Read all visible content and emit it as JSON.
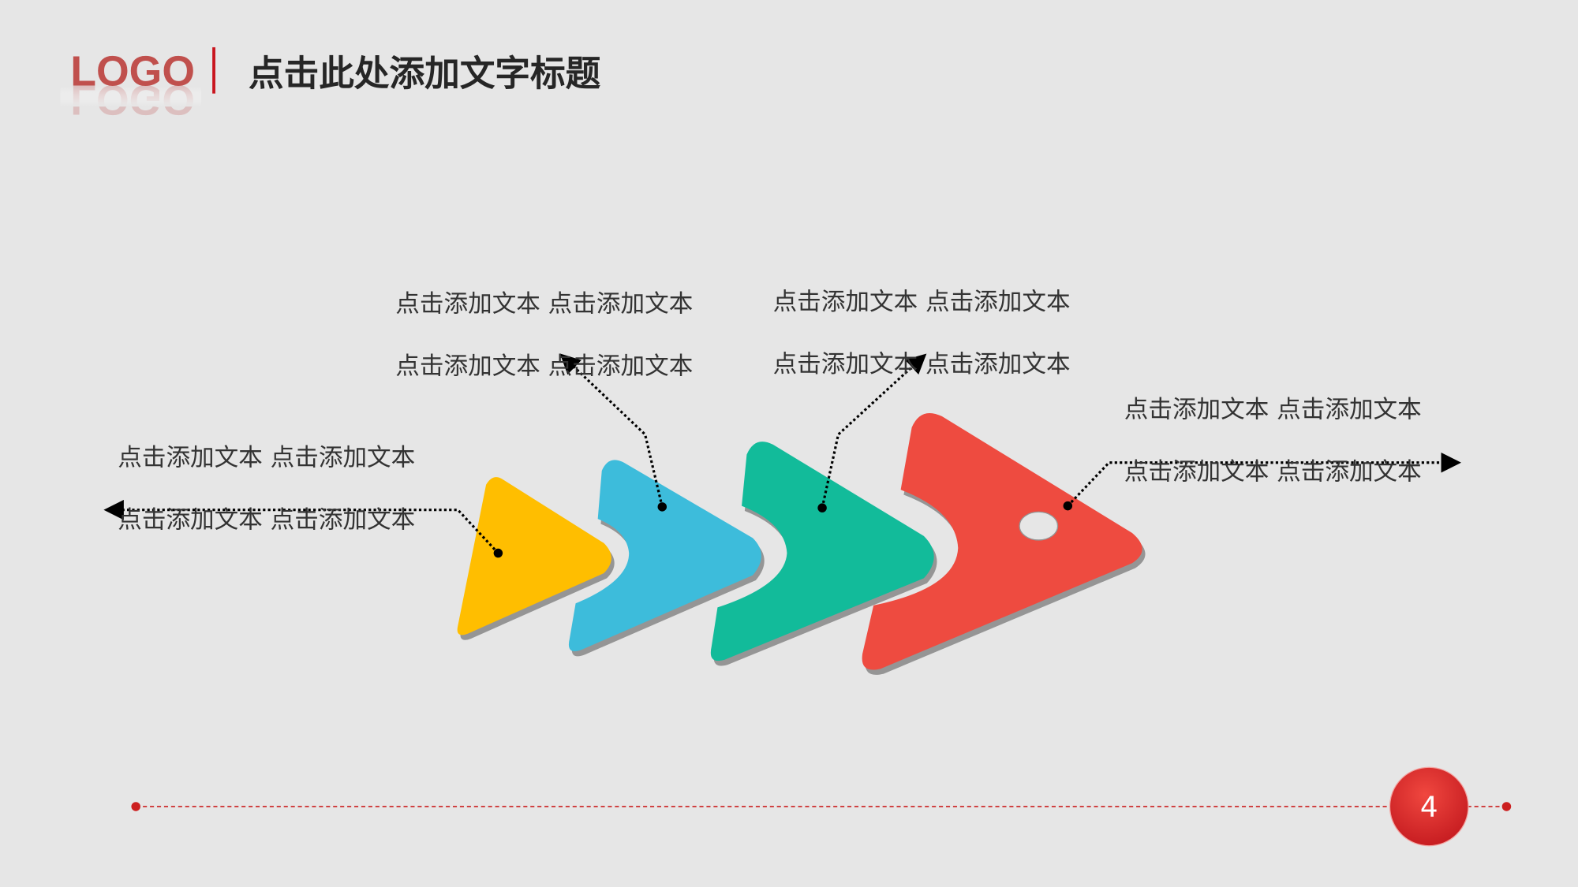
{
  "header": {
    "logo": "LOGO",
    "title": "点击此处添加文字标题"
  },
  "steps": [
    {
      "color": "#ffbe00",
      "lines": [
        "点击添加文本 点击添加文本",
        "点击添加文本 点击添加文本"
      ]
    },
    {
      "color": "#3dbcdb",
      "lines": [
        "点击添加文本 点击添加文本",
        "点击添加文本 点击添加文本"
      ]
    },
    {
      "color": "#12bb9a",
      "lines": [
        "点击添加文本 点击添加文本",
        "点击添加文本 点击添加文本"
      ]
    },
    {
      "color": "#ee4b40",
      "lines": [
        "点击添加文本 点击添加文本",
        "点击添加文本 点击添加文本"
      ]
    }
  ],
  "footer": {
    "page_number": "4",
    "accent": "#cc1f1f"
  }
}
